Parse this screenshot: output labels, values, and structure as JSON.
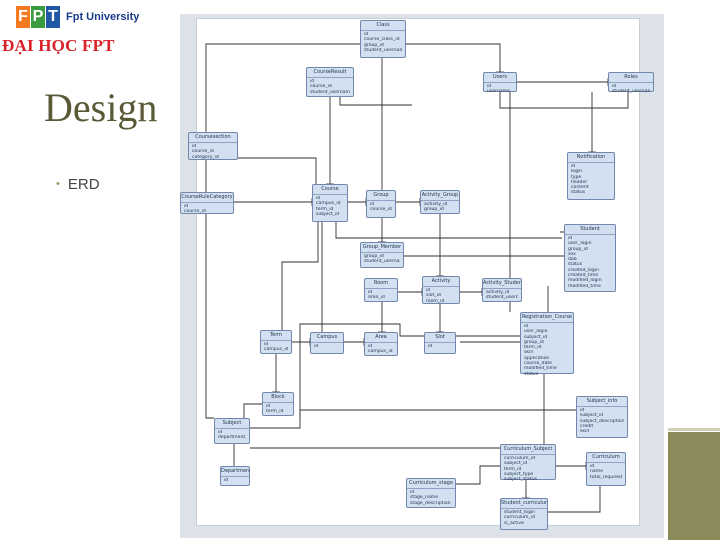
{
  "logo": {
    "mark_letters": [
      "F",
      "P",
      "T"
    ],
    "mark_colors": [
      "#f47920",
      "#3a9b3e",
      "#1f57a4"
    ],
    "university": "Fpt University",
    "brand": "ĐẠI HỌC FPT"
  },
  "slide": {
    "title": "Design",
    "bullet": "ERD"
  },
  "entities": [
    {
      "name": "Class",
      "attrs": [
        "id",
        "course_class_id",
        "group_id",
        "student_username"
      ]
    },
    {
      "name": "CourseResult",
      "attrs": [
        "id",
        "course_id",
        "student_username"
      ]
    },
    {
      "name": "Users",
      "attrs": [
        "id",
        "username"
      ]
    },
    {
      "name": "Roles",
      "attrs": [
        "id",
        "student_username"
      ]
    },
    {
      "name": "Coursesection",
      "attrs": [
        "id",
        "course_id",
        "category_id"
      ]
    },
    {
      "name": "Notification",
      "attrs": [
        "id",
        "login",
        "type",
        "header",
        "content",
        "status"
      ]
    },
    {
      "name": "CourseRuleCategory",
      "attrs": [
        "id",
        "course_id"
      ]
    },
    {
      "name": "Course",
      "attrs": [
        "id",
        "campus_id",
        "term_id",
        "subject_id"
      ]
    },
    {
      "name": "Group",
      "attrs": [
        "id",
        "course_id"
      ]
    },
    {
      "name": "Activity_Group",
      "attrs": [
        "activity_id",
        "group_id"
      ]
    },
    {
      "name": "Group_Member",
      "attrs": [
        "group_id",
        "student_username"
      ]
    },
    {
      "name": "Student",
      "attrs": [
        "id",
        "user_login",
        "group_id",
        "sex",
        "dob",
        "status",
        "created_login",
        "created_time",
        "modified_login",
        "modified_time"
      ]
    },
    {
      "name": "Room",
      "attrs": [
        "id",
        "area_id"
      ]
    },
    {
      "name": "Activity",
      "attrs": [
        "id",
        "slot_id",
        "room_id"
      ]
    },
    {
      "name": "Activity_Student",
      "attrs": [
        "activity_id",
        "student_username"
      ]
    },
    {
      "name": "Registration_Course",
      "attrs": [
        "id",
        "user_login",
        "subject_id",
        "group_id",
        "term_id",
        "skill",
        "application",
        "course_date",
        "modified_time",
        "status"
      ]
    },
    {
      "name": "Term",
      "attrs": [
        "id",
        "campus_id"
      ]
    },
    {
      "name": "Campus",
      "attrs": [
        "id"
      ]
    },
    {
      "name": "Area",
      "attrs": [
        "id",
        "campus_id"
      ]
    },
    {
      "name": "Slot",
      "attrs": [
        "id"
      ]
    },
    {
      "name": "Block",
      "attrs": [
        "id",
        "term_id"
      ]
    },
    {
      "name": "Subject",
      "attrs": [
        "id",
        "department_id"
      ]
    },
    {
      "name": "Subject_info",
      "attrs": [
        "id",
        "subject_id",
        "subject_description",
        "credit",
        "skill"
      ]
    },
    {
      "name": "Department",
      "attrs": [
        "id"
      ]
    },
    {
      "name": "Curriculum_Subject",
      "attrs": [
        "curriculum_id",
        "subject_id",
        "term_id",
        "subject_type",
        "subject_status"
      ]
    },
    {
      "name": "Curriculum",
      "attrs": [
        "id",
        "name",
        "total_required_credit"
      ]
    },
    {
      "name": "Curriculum_stage",
      "attrs": [
        "id",
        "stage_name",
        "stage_description"
      ]
    },
    {
      "name": "Student_curriculum",
      "attrs": [
        "student_login",
        "curriculum_id",
        "is_active"
      ]
    }
  ]
}
